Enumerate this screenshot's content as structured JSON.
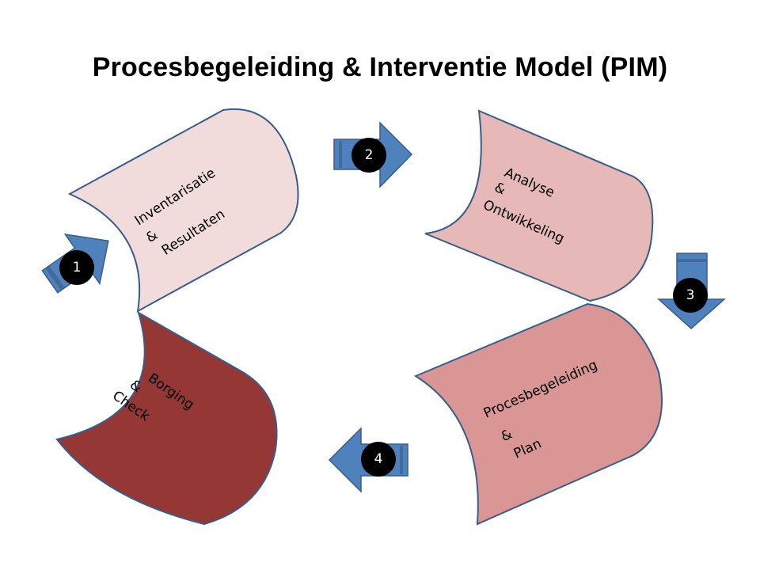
{
  "title": "Procesbegeleiding & Interventie Model (PIM)",
  "colors": {
    "step1_fill": "#f2dcdb",
    "step2_fill": "#e6b9b8",
    "step3_fill": "#d99694",
    "step4_fill": "#953735",
    "outline": "#385d8a",
    "arrow": "#4f81bd",
    "badge": "#000000"
  },
  "steps": [
    {
      "number": "1",
      "line1": "Inventarisatie",
      "line2": "&",
      "line3": "Resultaten"
    },
    {
      "number": "2",
      "line1": "Analyse",
      "line2": "&",
      "line3": "Ontwikkeling"
    },
    {
      "number": "3",
      "line1": "Procesbegeleiding",
      "line2": "&",
      "line3": "Plan"
    },
    {
      "number": "4",
      "line1": "Borging",
      "line2": "&",
      "line3": "Check"
    }
  ]
}
